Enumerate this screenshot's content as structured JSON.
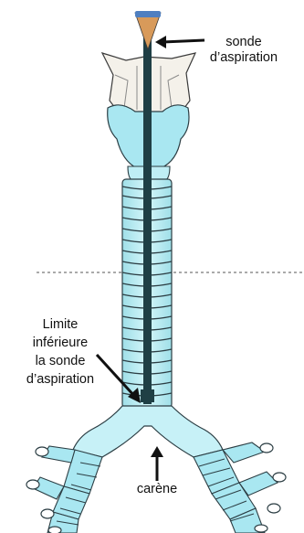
{
  "labels": {
    "sonde_line1": "sonde",
    "sonde_line2": "d’aspiration",
    "limite_line1": "Limite",
    "limite_line2": "inférieure",
    "limite_line3": "la sonde",
    "limite_line4": "d’aspiration",
    "carene": "carène"
  },
  "colors": {
    "trachea_fill": "#bfeef5",
    "trachea_stroke": "#2c3e44",
    "cartilage_fill": "#f2f2ee",
    "probe": "#1f3f45",
    "probe_tip": "#d89a5a",
    "probe_top": "#4f7fc0",
    "dashed_line": "#555555"
  }
}
